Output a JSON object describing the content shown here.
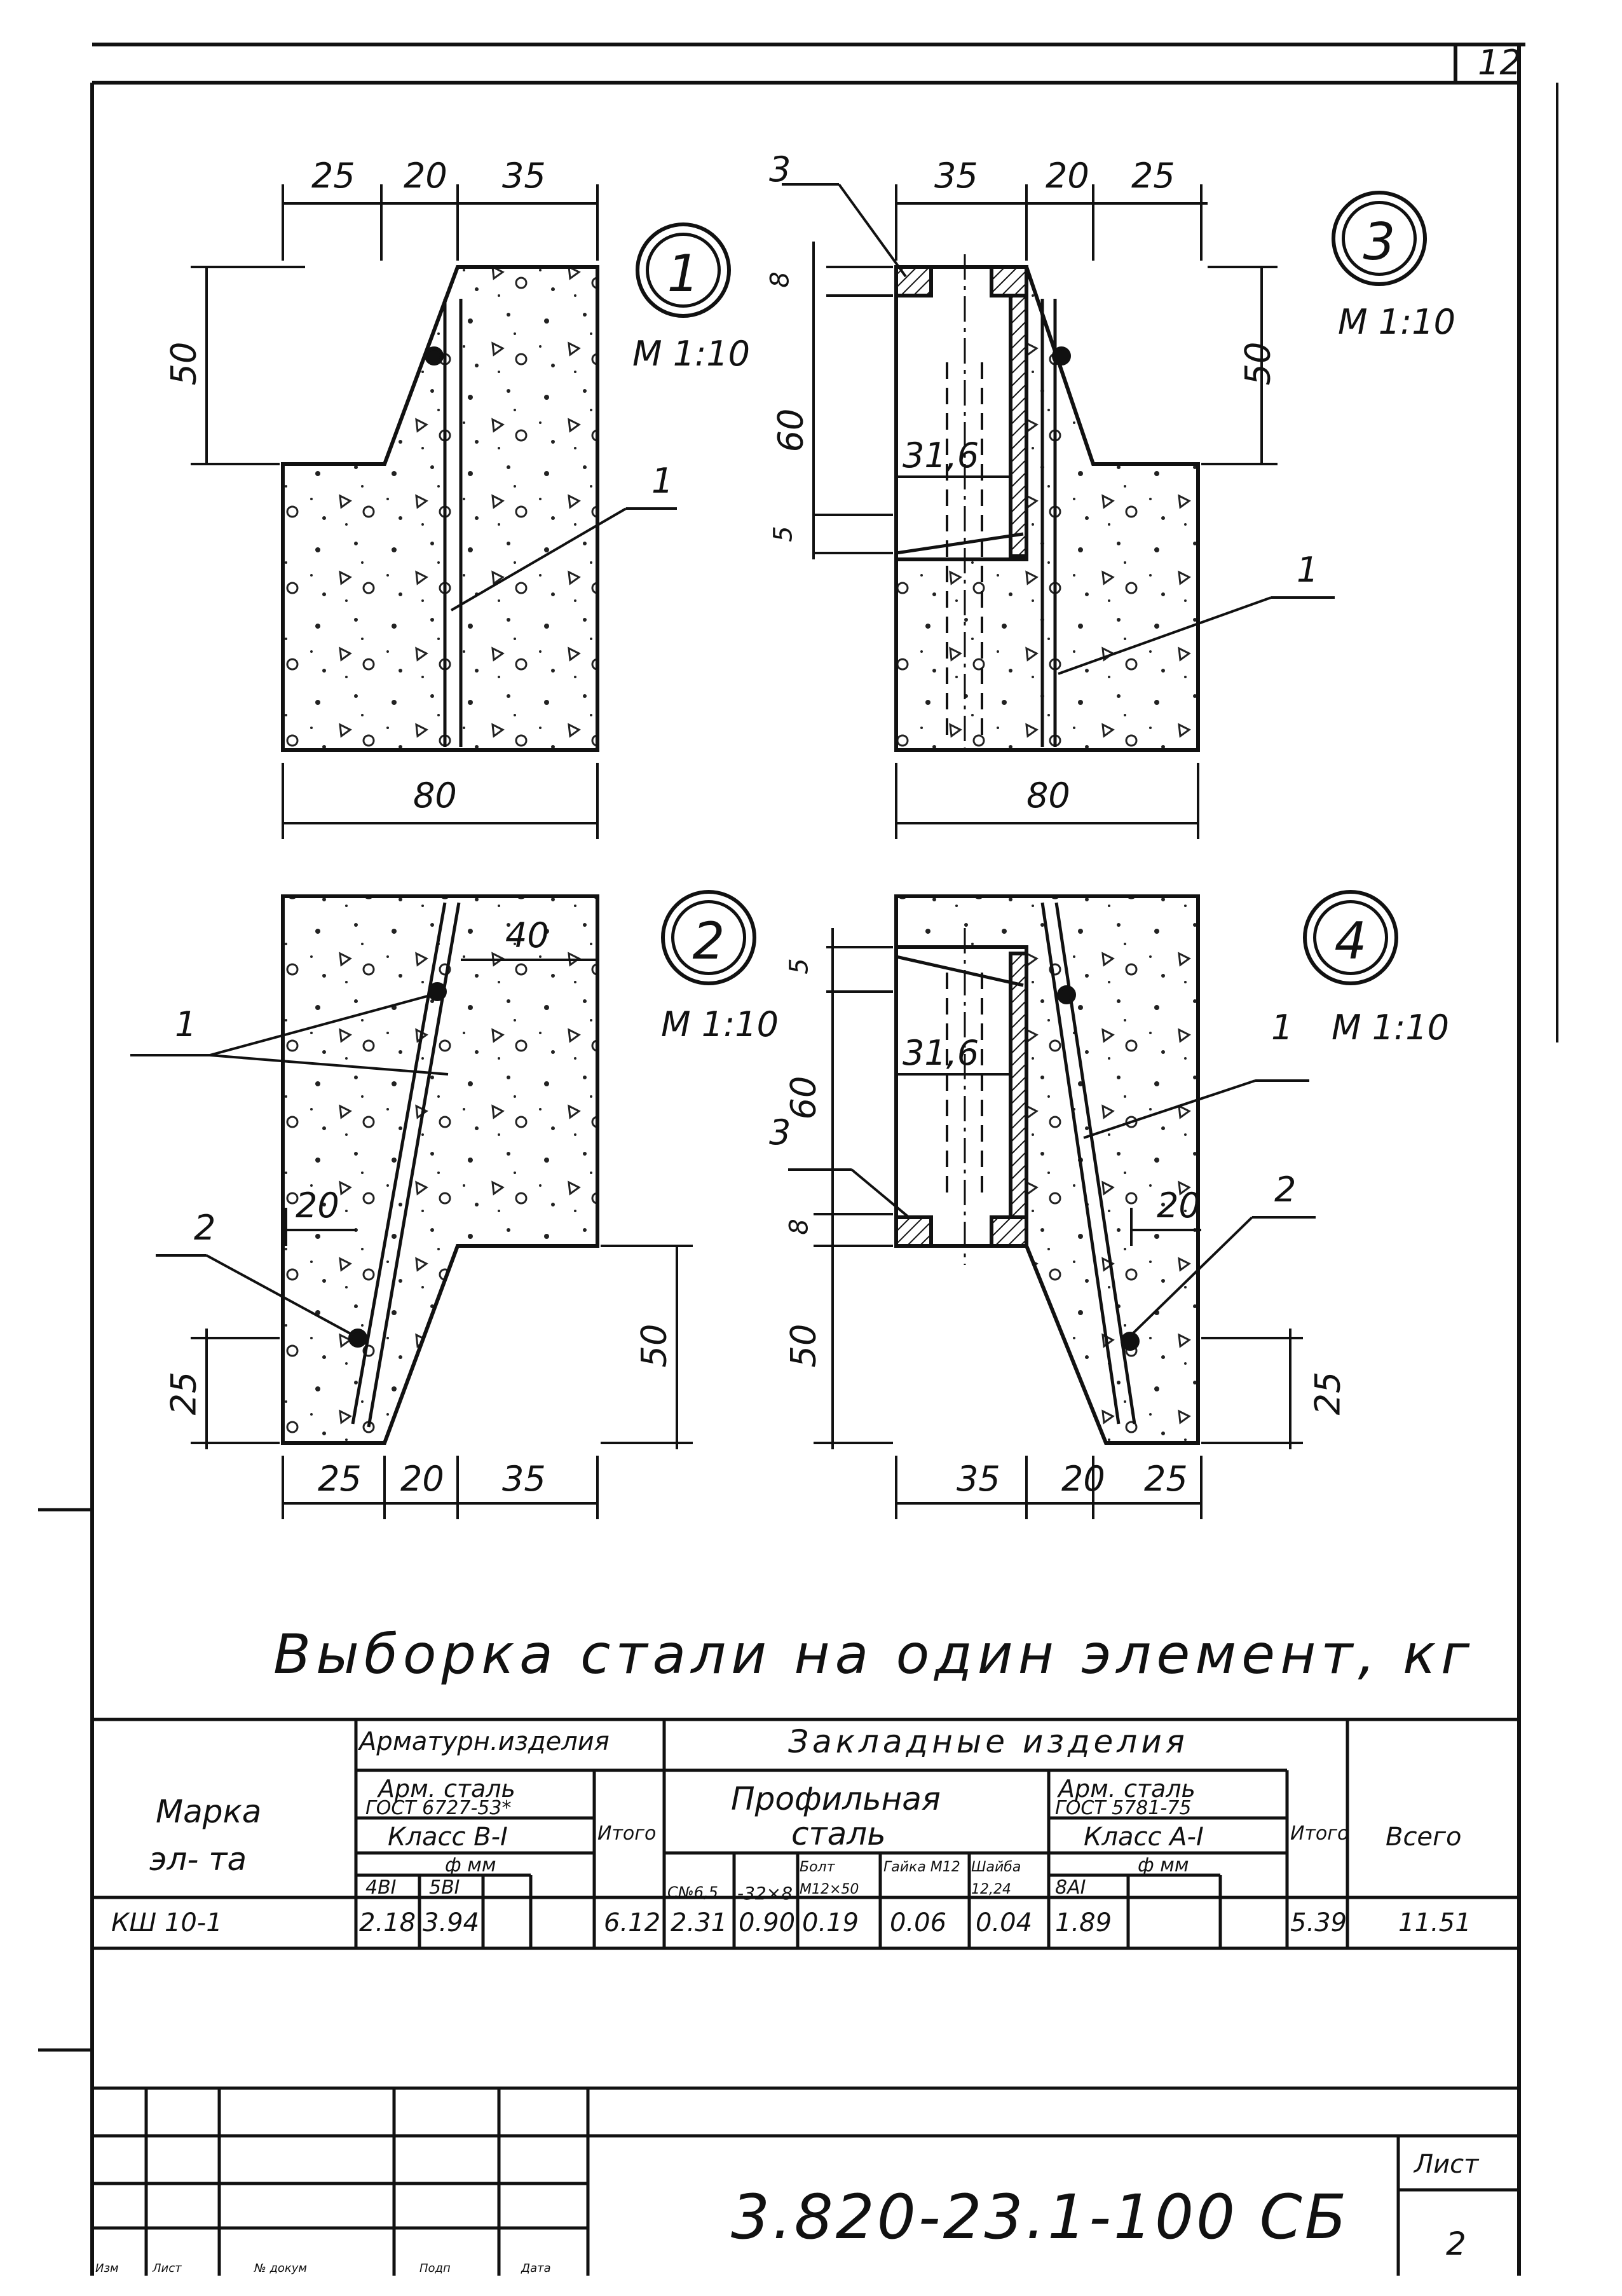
{
  "sheet_corner_number": "12",
  "details": [
    {
      "marker": "1",
      "scale": "М 1:10",
      "top_dims": [
        "25",
        "20",
        "35"
      ],
      "side_dims": [
        "50"
      ],
      "width_dim": "80",
      "callouts": [
        "1"
      ]
    },
    {
      "marker": "3",
      "scale": "М 1:10",
      "top_dims": [
        "35",
        "20",
        "25"
      ],
      "side_dims": [
        "8",
        "60",
        "5",
        "50"
      ],
      "inner_dim": "31,6",
      "width_dim": "80",
      "callouts": [
        "3",
        "1"
      ]
    },
    {
      "marker": "2",
      "scale": "М 1:10",
      "top_dims": [
        "40"
      ],
      "side_dims": [
        "20",
        "25",
        "50"
      ],
      "bottom_dims": [
        "25",
        "20",
        "35"
      ],
      "callouts": [
        "1",
        "2"
      ]
    },
    {
      "marker": "4",
      "scale": "М 1:10",
      "side_dims": [
        "5",
        "60",
        "8",
        "50",
        "20",
        "25"
      ],
      "inner_dim": "31,6",
      "bottom_dims": [
        "35",
        "20",
        "25"
      ],
      "callouts": [
        "3",
        "1",
        "2"
      ]
    }
  ],
  "table_title": "Выборка стали на один элемент, кг",
  "table": {
    "col_mark": [
      "Марка",
      "эл- та"
    ],
    "rebar_group": "Арматурн.изделия",
    "rebar_steel": [
      "Арм. сталь",
      "ГОСТ 6727-53*"
    ],
    "rebar_class": "Класс В-I",
    "diam_mm": "ф мм",
    "rebar_diams": [
      "4ВI",
      "5ВI"
    ],
    "total_label": "Итого",
    "embedded_group": "Закладные изделия",
    "profile_steel": [
      "Профильная",
      "сталь"
    ],
    "embedded_steel": [
      "Арм. сталь",
      "ГОСТ 5781-75"
    ],
    "embedded_class": "Класс А-I",
    "embedded_cols": [
      "С№6,5",
      "-32×8",
      "Болт М12×50",
      "Гайка М12",
      "Шайба 12,24",
      "8АI"
    ],
    "grand_total_label": "Всего",
    "rows": [
      {
        "mark": "КШ 10-1",
        "values": [
          "2.18",
          "3.94",
          "",
          "6.12",
          "2.31",
          "0.90",
          "0.19",
          "0.06",
          "0.04",
          "1.89",
          "",
          "",
          "5.39",
          "11.51"
        ]
      }
    ]
  },
  "stamp": {
    "doc_code": "3.820-23.1-100 СБ",
    "sheet_label": "Лист",
    "sheet_number": "2",
    "cols": [
      "Изм",
      "Лист",
      "№ докум",
      "Подп",
      "Дата"
    ]
  }
}
